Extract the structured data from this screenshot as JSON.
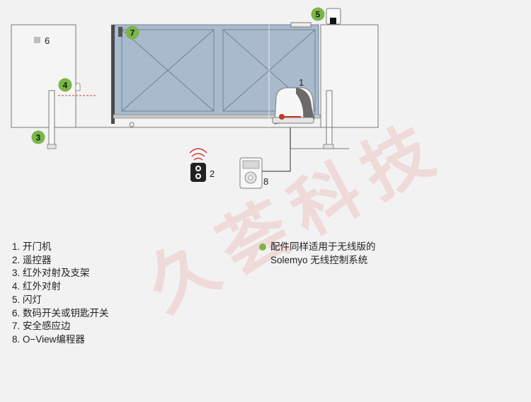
{
  "colors": {
    "background": "#f2f2f2",
    "badge_green": "#7ab648",
    "gate_blue": "#a8b9cb",
    "signal_red": "#d23b3b",
    "watermark_red": "#e5b8b8"
  },
  "callouts": {
    "motor": "1",
    "remote": "2",
    "photocell_post": "3",
    "photocell": "4",
    "flashing_light": "5",
    "key_switch": "6",
    "safety_edge": "7",
    "programmer": "8"
  },
  "legend": [
    "1. 开门机",
    "2. 遥控器",
    "3. 红外对射及支架",
    "4. 红外对射",
    "5. 闪灯",
    "6. 数码开关或钥匙开关",
    "7. 安全感应边",
    "8. O−View编程器"
  ],
  "note": {
    "line1": "配件同样适用于无线版的",
    "line2": "Solemyo 无线控制系统"
  },
  "watermark": "久荟科技"
}
